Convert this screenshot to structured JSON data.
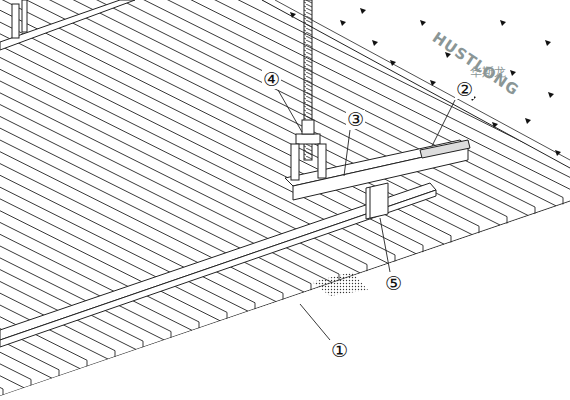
{
  "diagram": {
    "labels": [
      "①",
      "②",
      "③",
      "④",
      "⑤",
      "HUSTLONG",
      "华斯龙"
    ]
  }
}
